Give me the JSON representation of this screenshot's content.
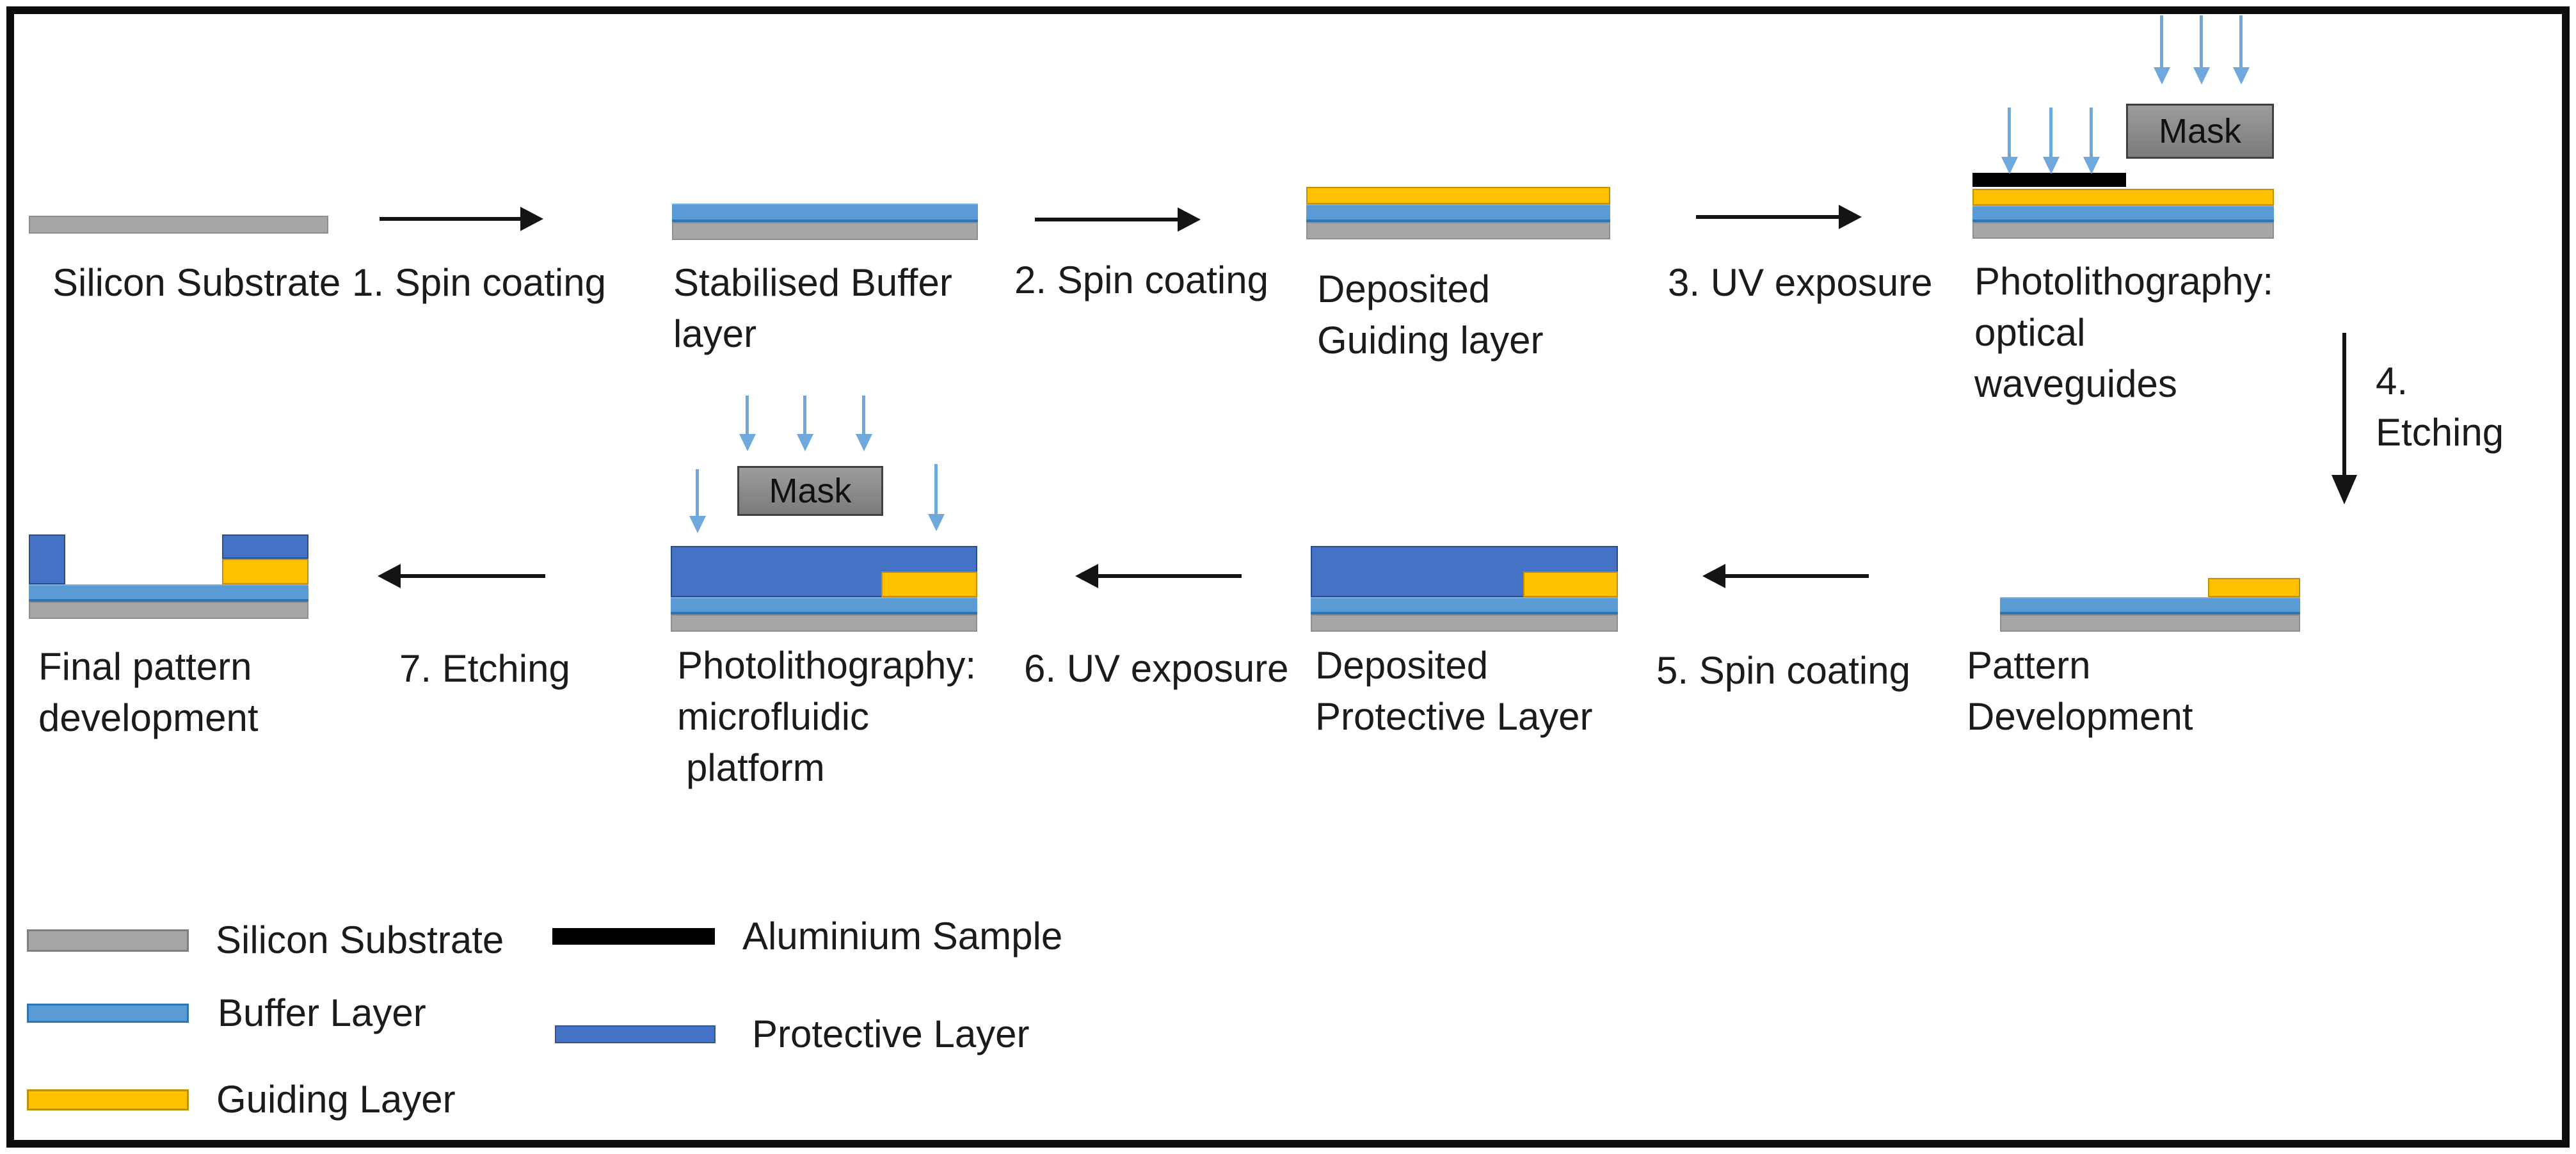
{
  "colors": {
    "substrate_gray": "#a6a6a6",
    "buffer_blue": "#5b9bd5",
    "guiding_yellow": "#ffc000",
    "protective_blue": "#4472c4",
    "aluminium_black": "#000000",
    "uv_arrow_blue": "#6fa8dc",
    "mask_gray": "#8e8e8e"
  },
  "labels": {
    "silicon_substrate": "Silicon Substrate",
    "step1": "1. Spin coating",
    "stabilised_line1": "Stabilised Buffer",
    "stabilised_line2": "layer",
    "step2": "2. Spin coating",
    "guiding_line1": "Deposited",
    "guiding_line2": "Guiding layer",
    "step3": "3. UV exposure",
    "photolitho_wg_line1": "Photolithography:",
    "photolitho_wg_line2": "optical",
    "photolitho_wg_line3": "waveguides",
    "step4_line1": "4.",
    "step4_line2": "Etching",
    "pattern_line1": "Pattern",
    "pattern_line2": "Development",
    "step5": "5. Spin coating",
    "protective_line1": "Deposited",
    "protective_line2": "Protective Layer",
    "step6": "6. UV exposure",
    "photolitho_mf_line1": "Photolithography:",
    "photolitho_mf_line2": "microfluidic",
    "photolitho_mf_line3": "platform",
    "step7": "7. Etching",
    "final_line1": "Final pattern",
    "final_line2": "development",
    "mask": "Mask"
  },
  "legend": {
    "items": [
      {
        "label": "Silicon Substrate",
        "color": "#a6a6a6"
      },
      {
        "label": "Buffer Layer",
        "color": "#5b9bd5"
      },
      {
        "label": "Guiding Layer",
        "color": "#ffc000"
      },
      {
        "label": "Aluminium Sample",
        "color": "#000000"
      },
      {
        "label": "Protective Layer",
        "color": "#4472c4"
      }
    ]
  }
}
